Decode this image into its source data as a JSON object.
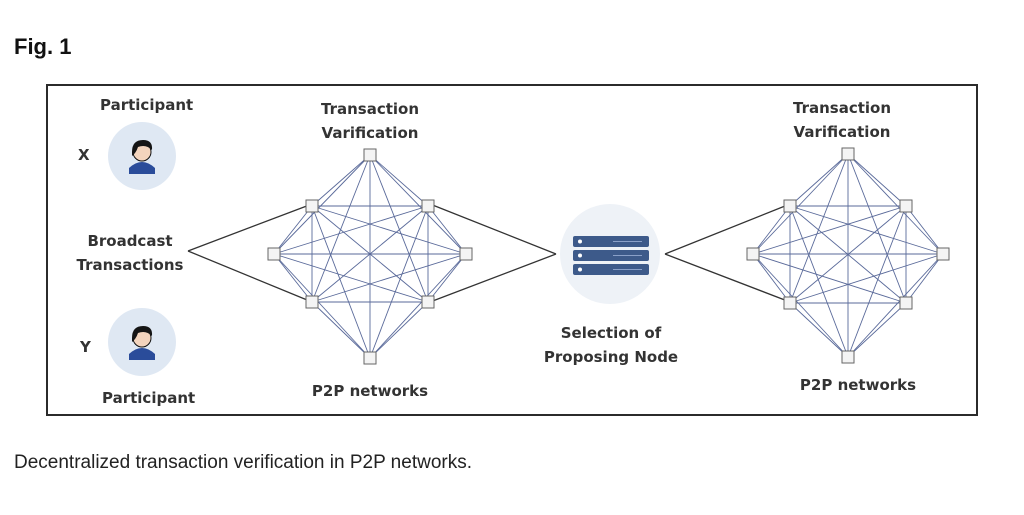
{
  "figure": {
    "label": "Fig. 1",
    "caption": "Decentralized transaction verification in P2P networks."
  },
  "diagram": {
    "participant_top": "Participant",
    "participant_bottom": "Participant",
    "x_label": "X",
    "y_label": "Y",
    "broadcast_line1": "Broadcast",
    "broadcast_line2": "Transactions",
    "left_network": {
      "title_line1": "Transaction",
      "title_line2": "Varification",
      "bottom": "P2P networks"
    },
    "proposer": {
      "line1": "Selection of",
      "line2": "Proposing Node"
    },
    "right_network": {
      "title_line1": "Transaction",
      "title_line2": "Varification",
      "bottom": "P2P networks"
    }
  },
  "colors": {
    "mesh_line": "#5a6a9a",
    "node_fill": "#f4f4f4",
    "node_stroke": "#666666",
    "participant_circle": "#dfe8f3",
    "server_blue": "#3d5a8a",
    "server_halo": "#eef2f7"
  },
  "icons": {
    "participant": "person-icon",
    "server": "server-rack-icon"
  }
}
